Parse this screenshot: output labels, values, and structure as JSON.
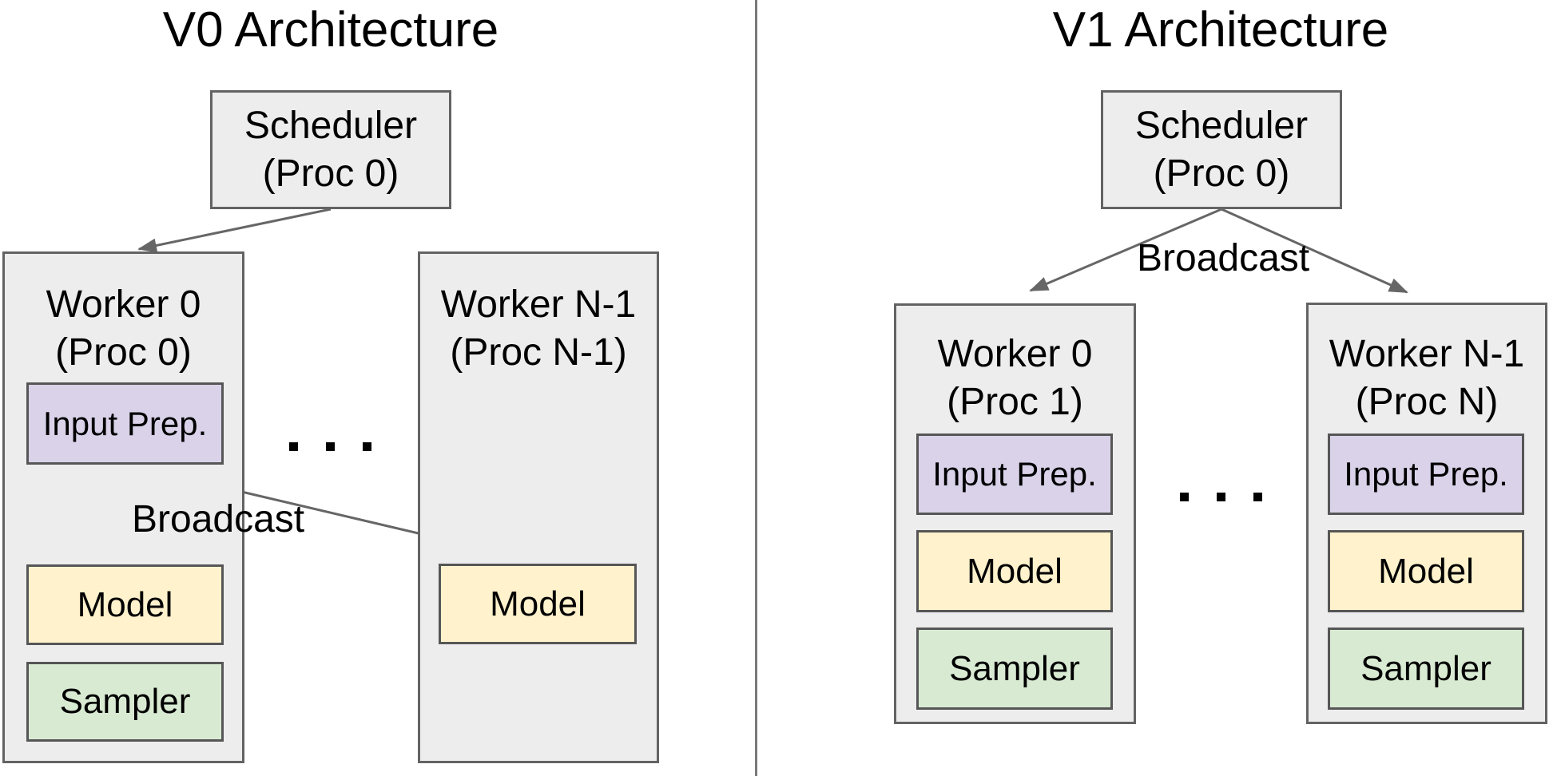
{
  "colors": {
    "box_gray": "#ededed",
    "input_prep_purple": "#d9d2e9",
    "model_yellow": "#fff2cc",
    "sampler_green": "#d9ead3",
    "border_gray": "#636363",
    "arrow_gray": "#666666",
    "divider_gray": "#7a7a7a"
  },
  "v0": {
    "title": "V0 Architecture",
    "scheduler": {
      "name": "Scheduler",
      "proc": "(Proc 0)"
    },
    "broadcast_label": "Broadcast",
    "ellipsis": ". . .",
    "worker0": {
      "name": "Worker 0",
      "proc": "(Proc 0)",
      "input_prep": "Input Prep.",
      "model": "Model",
      "sampler": "Sampler"
    },
    "workerN": {
      "name": "Worker N-1",
      "proc": "(Proc N-1)",
      "model": "Model"
    }
  },
  "v1": {
    "title": "V1 Architecture",
    "scheduler": {
      "name": "Scheduler",
      "proc": "(Proc 0)"
    },
    "broadcast_label": "Broadcast",
    "ellipsis": ". . .",
    "worker0": {
      "name": "Worker 0",
      "proc": "(Proc 1)",
      "input_prep": "Input Prep.",
      "model": "Model",
      "sampler": "Sampler"
    },
    "workerN": {
      "name": "Worker N-1",
      "proc": "(Proc N)",
      "input_prep": "Input Prep.",
      "model": "Model",
      "sampler": "Sampler"
    }
  }
}
